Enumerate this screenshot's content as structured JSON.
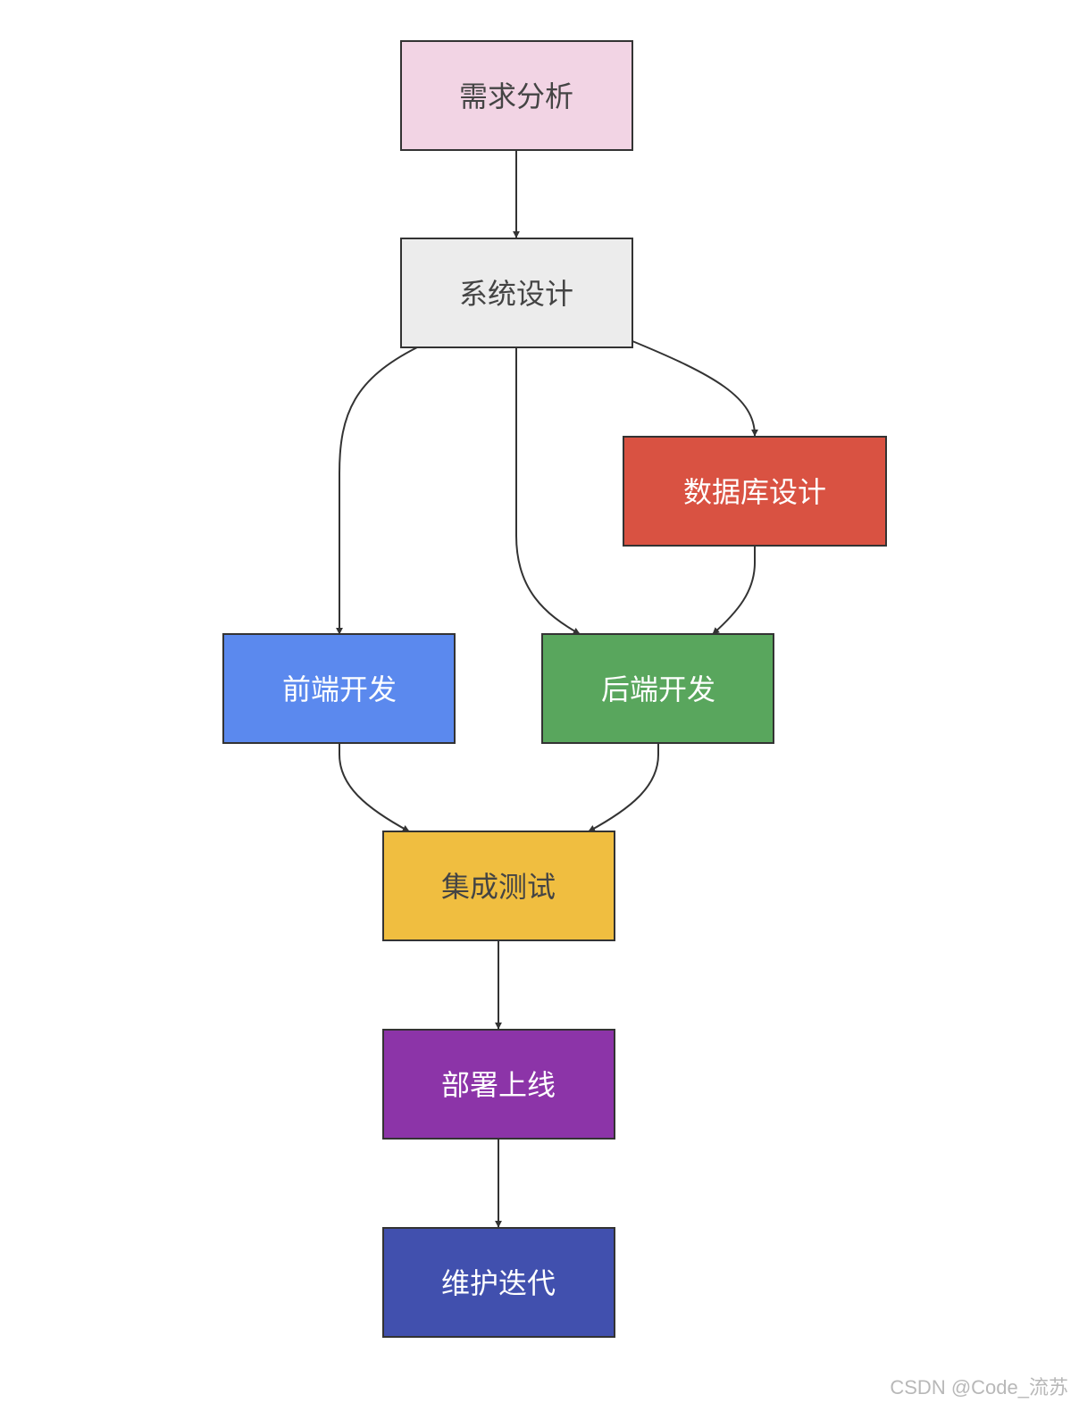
{
  "diagram": {
    "nodes": [
      {
        "id": "requirements",
        "label": "需求分析",
        "fill": "#f2d4e4",
        "text_color": "#444444"
      },
      {
        "id": "system_design",
        "label": "系统设计",
        "fill": "#ececec",
        "text_color": "#444444"
      },
      {
        "id": "database_design",
        "label": "数据库设计",
        "fill": "#d95242",
        "text_color": "#ffffff"
      },
      {
        "id": "frontend_dev",
        "label": "前端开发",
        "fill": "#5b89ee",
        "text_color": "#ffffff"
      },
      {
        "id": "backend_dev",
        "label": "后端开发",
        "fill": "#59a65d",
        "text_color": "#ffffff"
      },
      {
        "id": "integration_test",
        "label": "集成测试",
        "fill": "#f0be40",
        "text_color": "#444444"
      },
      {
        "id": "deploy",
        "label": "部署上线",
        "fill": "#8c34a8",
        "text_color": "#ffffff"
      },
      {
        "id": "maintain",
        "label": "维护迭代",
        "fill": "#4150ae",
        "text_color": "#ffffff"
      }
    ],
    "edges": [
      {
        "from": "requirements",
        "to": "system_design"
      },
      {
        "from": "system_design",
        "to": "frontend_dev"
      },
      {
        "from": "system_design",
        "to": "backend_dev"
      },
      {
        "from": "system_design",
        "to": "database_design"
      },
      {
        "from": "database_design",
        "to": "backend_dev"
      },
      {
        "from": "frontend_dev",
        "to": "integration_test"
      },
      {
        "from": "backend_dev",
        "to": "integration_test"
      },
      {
        "from": "integration_test",
        "to": "deploy"
      },
      {
        "from": "deploy",
        "to": "maintain"
      }
    ]
  },
  "watermark": "CSDN @Code_流苏"
}
